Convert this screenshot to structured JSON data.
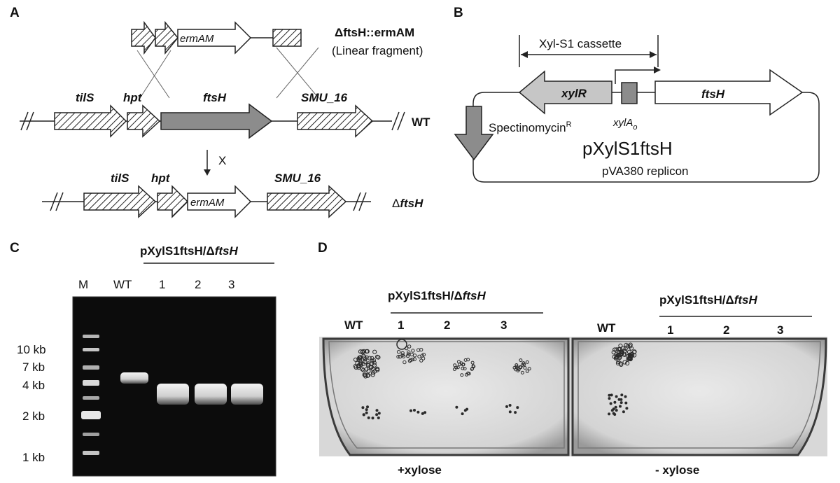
{
  "colors": {
    "gene_gray": "#8c8c8c",
    "gene_light": "#c6c6c6",
    "gel_background": "#0c0c0c",
    "band": "#e6e6e6",
    "plate": "#dcdcdc",
    "colony": "#2a2a2a"
  },
  "panel_a": {
    "letter": "A",
    "fragment_label": "ΔftsH::ermAM",
    "fragment_note": "(Linear fragment)",
    "wt_label": "WT",
    "cross_symbol": "X",
    "mutant_label_delta": "Δ",
    "mutant_label_gene": "ftsH",
    "genes": {
      "ermAM": "ermAM",
      "tilS": "tilS",
      "hpt": "hpt",
      "ftsH": "ftsH",
      "smu16": "SMU_16"
    }
  },
  "panel_b": {
    "letter": "B",
    "cassette_label": "Xyl-S1 cassette",
    "xylR": "xylR",
    "xylA_main": "xylA",
    "xylA_sub": "o",
    "ftsH": "ftsH",
    "spectinomycin": "Spectinomycin",
    "spectinomycin_sup": "R",
    "plasmid_name": "pXylS1ftsH",
    "replicon": "pVA380 replicon"
  },
  "panel_c": {
    "letter": "C",
    "header_strain": "pXylS1ftsH/Δ",
    "header_gene": "ftsH",
    "lanes": [
      "M",
      "WT",
      "1",
      "2",
      "3"
    ],
    "markers": [
      "10 kb",
      "7 kb",
      "4 kb",
      "2 kb",
      "1 kb"
    ]
  },
  "panel_d": {
    "letter": "D",
    "left": {
      "header_strain": "pXylS1ftsH/Δ",
      "header_gene": "ftsH",
      "wt": "WT",
      "lanes": [
        "1",
        "2",
        "3"
      ],
      "condition": "+xylose"
    },
    "right": {
      "header_strain": "pXylS1ftsH/Δ",
      "header_gene": "ftsH",
      "wt": "WT",
      "lanes": [
        "1",
        "2",
        "3"
      ],
      "condition": "- xylose"
    }
  }
}
